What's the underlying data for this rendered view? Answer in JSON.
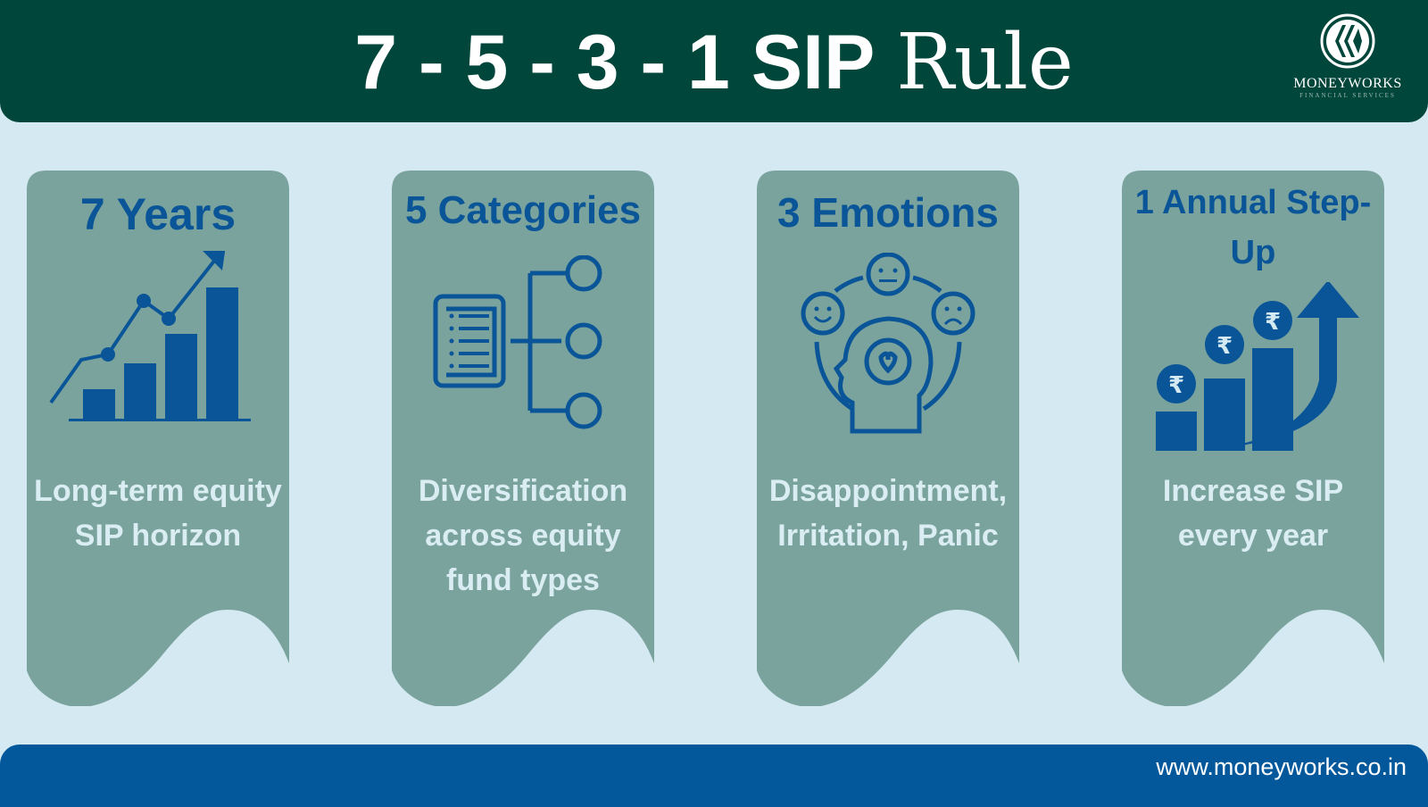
{
  "header": {
    "title_bold": "7 - 5 - 3 - 1 SIP",
    "title_regular": "Rule",
    "logo_name": "MONEYWORKS",
    "logo_tagline": "FINANCIAL SERVICES"
  },
  "cards": [
    {
      "title": "7 Years",
      "text": "Long-term equity SIP horizon",
      "icon": "growth-chart-icon"
    },
    {
      "title": "5 Categories",
      "text": "Diversification across equity fund types",
      "icon": "category-tree-icon"
    },
    {
      "title": "3 Emotions",
      "text": "Disappointment, Irritation, Panic",
      "icon": "emotions-head-icon"
    },
    {
      "title": "1 Annual Step-Up",
      "text": "Increase SIP every year",
      "icon": "rupee-stepup-icon"
    }
  ],
  "footer": {
    "url": "www.moneyworks.co.in"
  },
  "colors": {
    "header": "#00463b",
    "background": "#d4e9f1",
    "card": "#7ba39e",
    "accent": "#0a5597",
    "footer": "#02589a"
  }
}
